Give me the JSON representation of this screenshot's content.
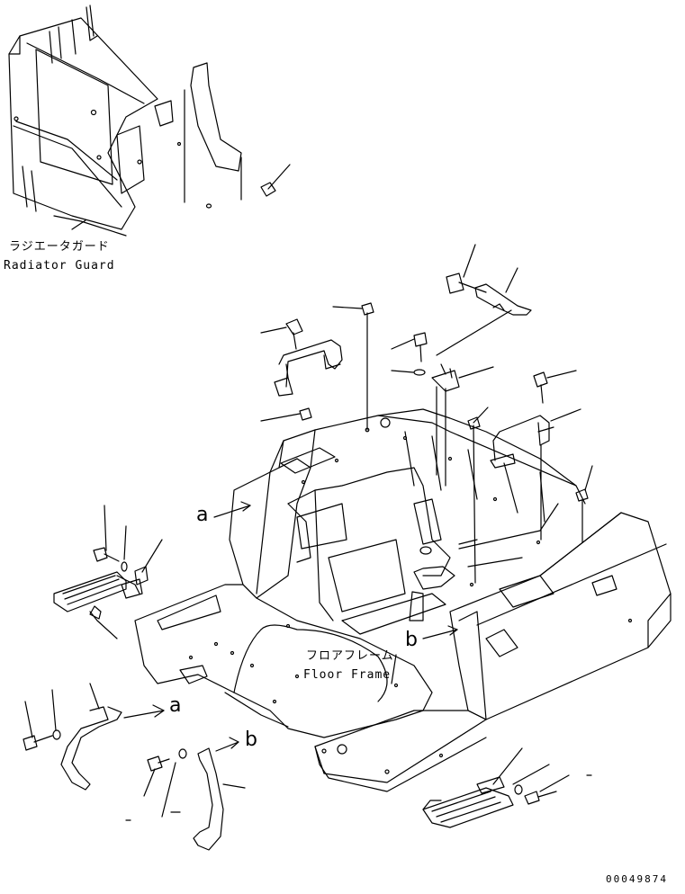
{
  "labels": {
    "radiator_guard_jp": "ラジエータガード",
    "radiator_guard_en": "Radiator Guard",
    "floor_frame_jp": "フロアフレーム",
    "floor_frame_en": "Floor Frame",
    "ref_a_1": "a",
    "ref_a_2": "a",
    "ref_b_1": "b",
    "ref_b_2": "b",
    "drawing_number": "00049874"
  },
  "colors": {
    "line": "#000000",
    "background": "#ffffff"
  }
}
